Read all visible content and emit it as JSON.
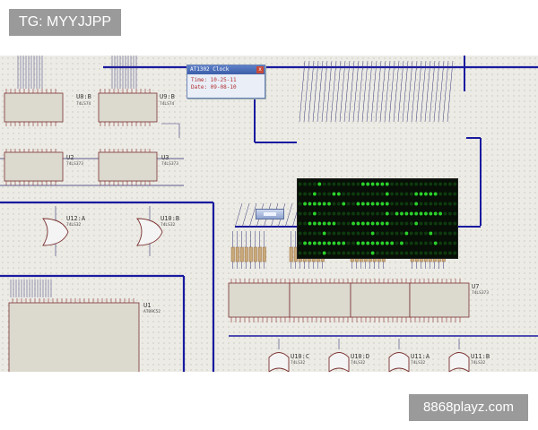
{
  "overlays": {
    "tg_label": "TG: MYYJJPP",
    "site_label": "8868playz.com"
  },
  "clock_window": {
    "title": "AT1302 Clock",
    "close_glyph": "x",
    "time_label": "Time: 10-25-11",
    "date_label": "Date: 09-08-10"
  },
  "components": {
    "u8b": {
      "ref": "U8:B",
      "part": "74LS74"
    },
    "u9b": {
      "ref": "U9:B",
      "part": "74LS74"
    },
    "u2": {
      "ref": "U2",
      "part": "74LS373"
    },
    "u3": {
      "ref": "U3",
      "part": "74LS373"
    },
    "u12a": {
      "ref": "U12:A",
      "part": "74LS32"
    },
    "u10b": {
      "ref": "U10:B",
      "part": "74LS32"
    },
    "u1": {
      "ref": "U1",
      "part": "AT89C52"
    },
    "u7": {
      "ref": "U7",
      "part": "74LS373"
    },
    "u10c": {
      "ref": "U10:C",
      "part": "74LS32"
    },
    "u10d": {
      "ref": "U10:D",
      "part": "74LS32"
    },
    "u11a": {
      "ref": "U11:A",
      "part": "74LS32"
    },
    "u11b": {
      "ref": "U11:B",
      "part": "74LS32"
    }
  },
  "colors": {
    "bus_wire": "#1a1aa0",
    "wire": "#2b2b6e",
    "chip_fill": "#dcd9cf",
    "chip_border": "#7a3030",
    "led_on": "#2bd12b",
    "led_off": "#0e3a0e",
    "resistor": "#c9a97a"
  },
  "led_pattern": [
    "000010000000011111100000000000000",
    "000100011000000000100000111110000",
    "011111100100111111100000100000000",
    "000100000000000000101111111111000",
    "001111110001111111100000100000000",
    "000001000000000100000010000100000",
    "011111111100111111110100000010000",
    "000001000000000100000000000000000"
  ]
}
